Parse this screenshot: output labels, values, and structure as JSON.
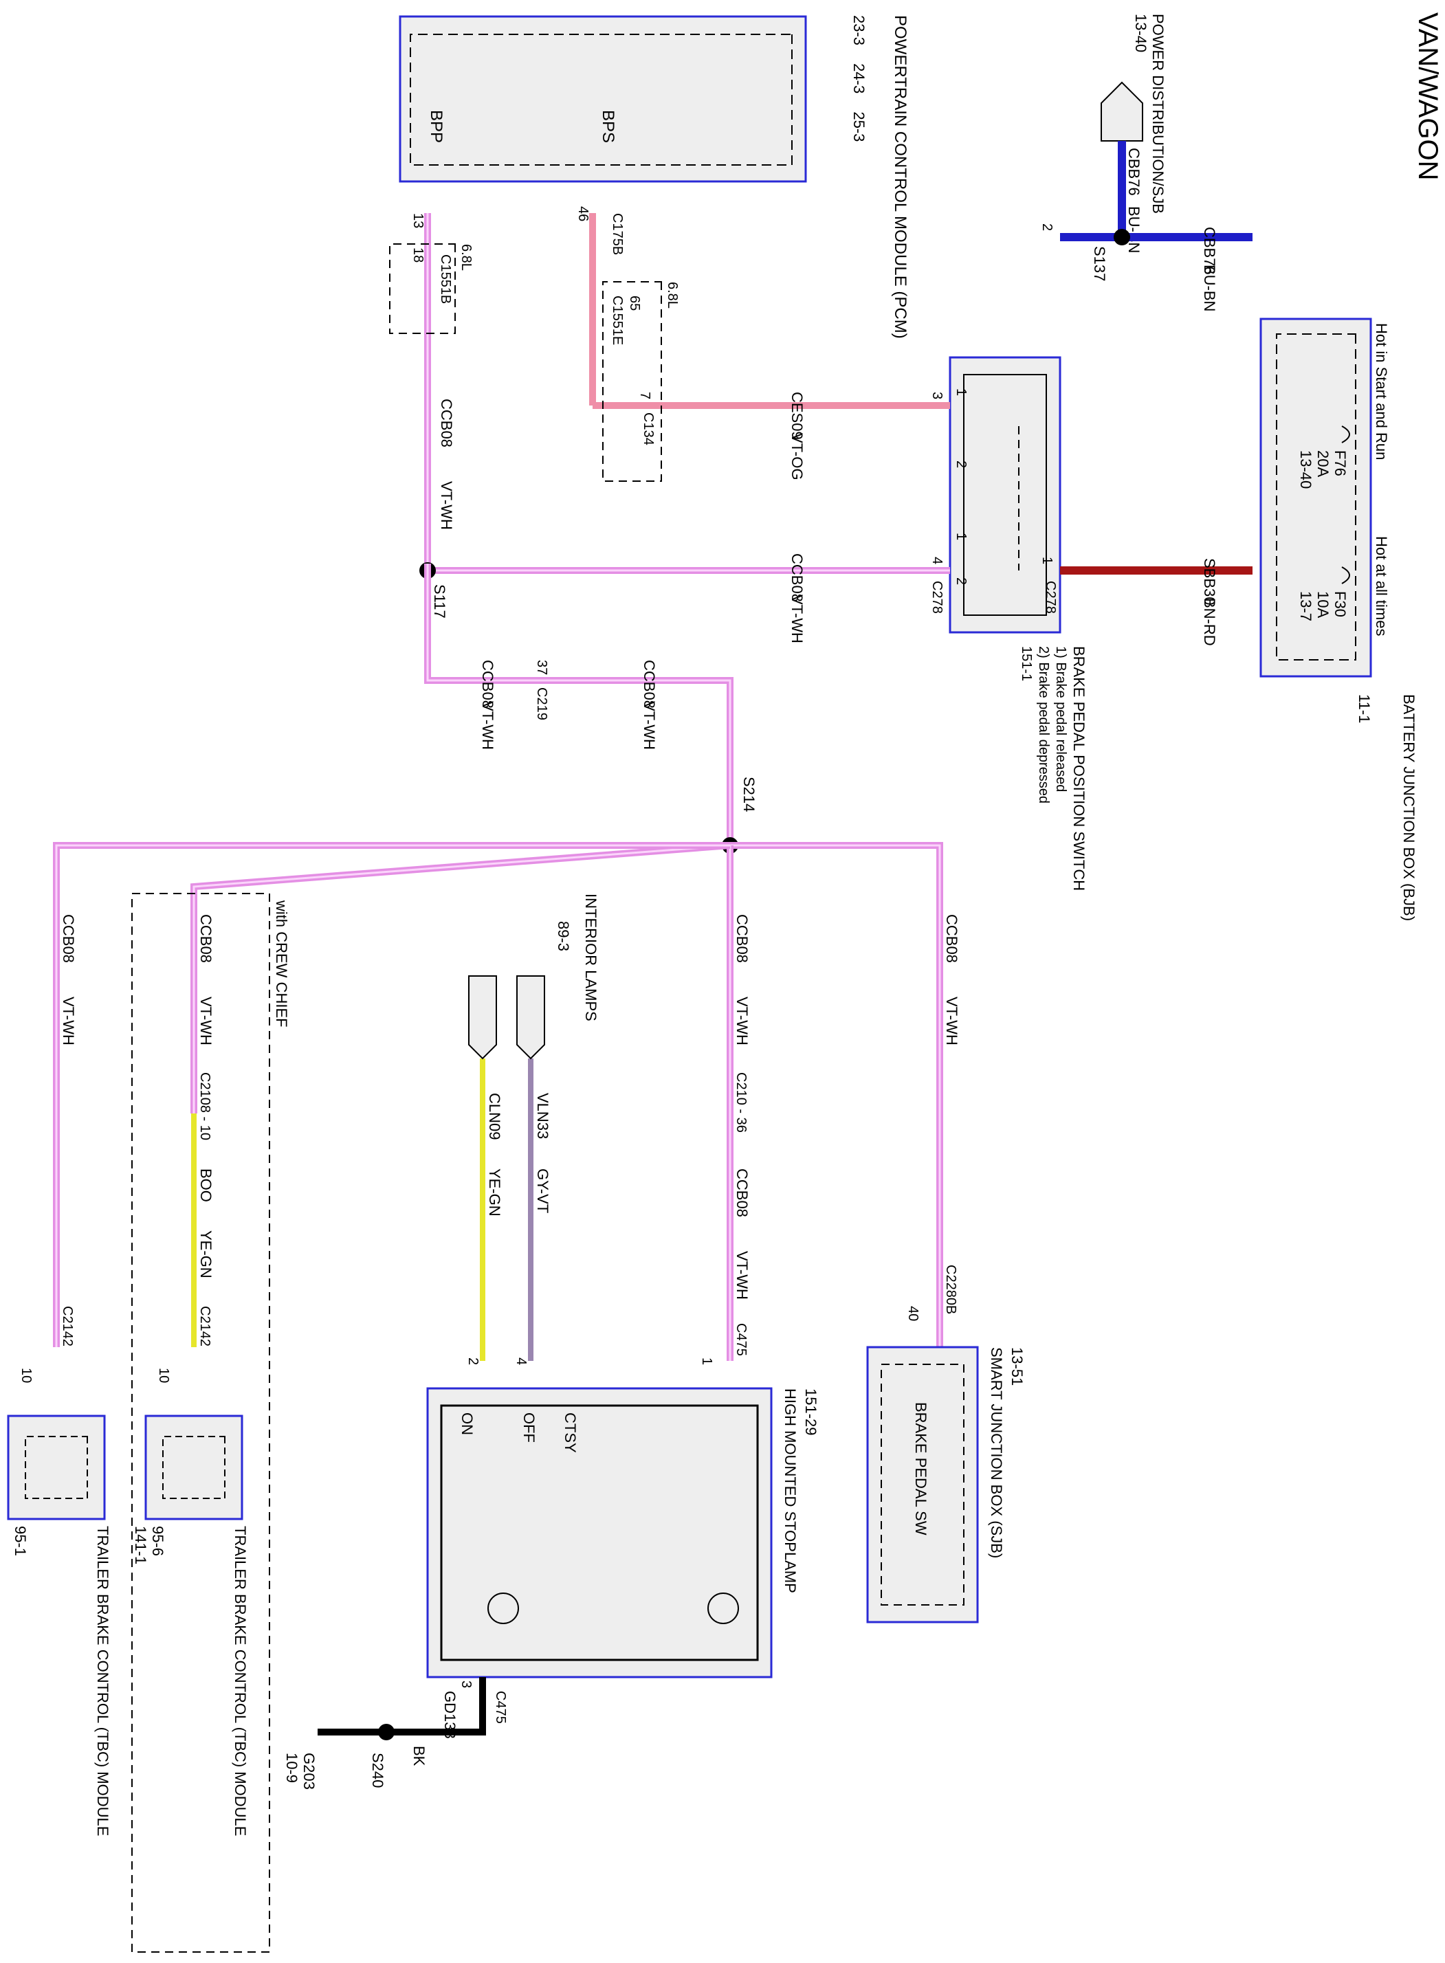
{
  "title": "VAN/WAGON",
  "colors": {
    "pink": "#e48fe4",
    "pink_center": "#fbd4fb",
    "salmon": "#ef8fa8",
    "blue": "#1e1ec8",
    "red": "#a61515",
    "yellow_green": "#e6e62c",
    "gray_violet": "#9a86b0",
    "ground": "#000000",
    "box_border": "#2a2ad6",
    "box_fill": "#eeeeee"
  },
  "components": {
    "pcm": {
      "name": "POWERTRAIN CONTROL MODULE (PCM)",
      "ref1": "23-3",
      "ref2": "24-3",
      "ref3": "25-3",
      "pin_bpp": "BPP",
      "pin_bps": "BPS"
    },
    "power_dist": {
      "name": "POWER DISTRIBUTION/SJB",
      "ref": "13-40"
    },
    "bjb": {
      "name": "BATTERY JUNCTION BOX (BJB)",
      "ref": "11-1",
      "hot_run": "Hot in Start and Run",
      "hot_all": "Hot at all times",
      "fuse1_name": "F76",
      "fuse1_amp": "20A",
      "fuse1_ref": "13-40",
      "fuse2_name": "F30",
      "fuse2_amp": "10A",
      "fuse2_ref": "13-7"
    },
    "bpp_switch": {
      "name": "BRAKE PEDAL POSITION SWITCH",
      "note1": "1) Brake pedal released",
      "note2": "2) Brake pedal depressed",
      "ref": "151-1"
    },
    "hmsl": {
      "name": "HIGH MOUNTED STOPLAMP",
      "ref": "151-29",
      "ctsy": "CTSY",
      "off": "OFF",
      "on": "ON"
    },
    "sjb": {
      "name": "SMART JUNCTION BOX (SJB)",
      "ref": "13-51",
      "inner": "BRAKE PEDAL SW"
    },
    "tbc1": {
      "name": "TRAILER BRAKE CONTROL (TBC) MODULE",
      "ref": "95-1"
    },
    "tbc2": {
      "name": "TRAILER BRAKE CONTROL (TBC) MODULE",
      "ref1": "95-6",
      "ref2": "141-1"
    },
    "interior": {
      "name": "INTERIOR LAMPS",
      "ref": "89-3"
    },
    "crew": "with CREW CHIEF",
    "ground": {
      "name": "G203",
      "ref": "10-9"
    }
  },
  "circuits": {
    "ccb08": "CCB08",
    "vt_wh": "VT-WH",
    "ces09": "CES09",
    "vt_og": "VT-OG",
    "cbb76": "CBB76",
    "bu_bn": "BU-BN",
    "sbb30": "SBB30",
    "bn_rd": "BN-RD",
    "gd133": "GD133",
    "bk": "BK",
    "cln09": "CLN09",
    "ye_gn": "YE-GN",
    "vln33": "VLN33",
    "gy_vt": "GY-VT",
    "boo": "BOO"
  },
  "connectors": {
    "c175b": "C175B",
    "c1551b": "C1551B",
    "c1551e": "C1551E",
    "c134": "C134",
    "c278": "C278",
    "c219": "C219",
    "c210": "C210 - 36",
    "c2108": "C2108 - 10",
    "c2142": "C2142",
    "c475": "C475",
    "c2280b": "C2280B",
    "s117": "S117",
    "s137": "S137",
    "s214": "S214",
    "s240": "S240",
    "opt_6_8l": "6.8L"
  },
  "pins": {
    "p13": "13",
    "p18": "18",
    "p46": "46",
    "p65": "65",
    "p7": "7",
    "p3": "3",
    "p4": "4",
    "p1": "1",
    "p2": "2",
    "p37": "37",
    "p40": "40",
    "p10": "10",
    "sw1": "1",
    "sw2": "2"
  }
}
